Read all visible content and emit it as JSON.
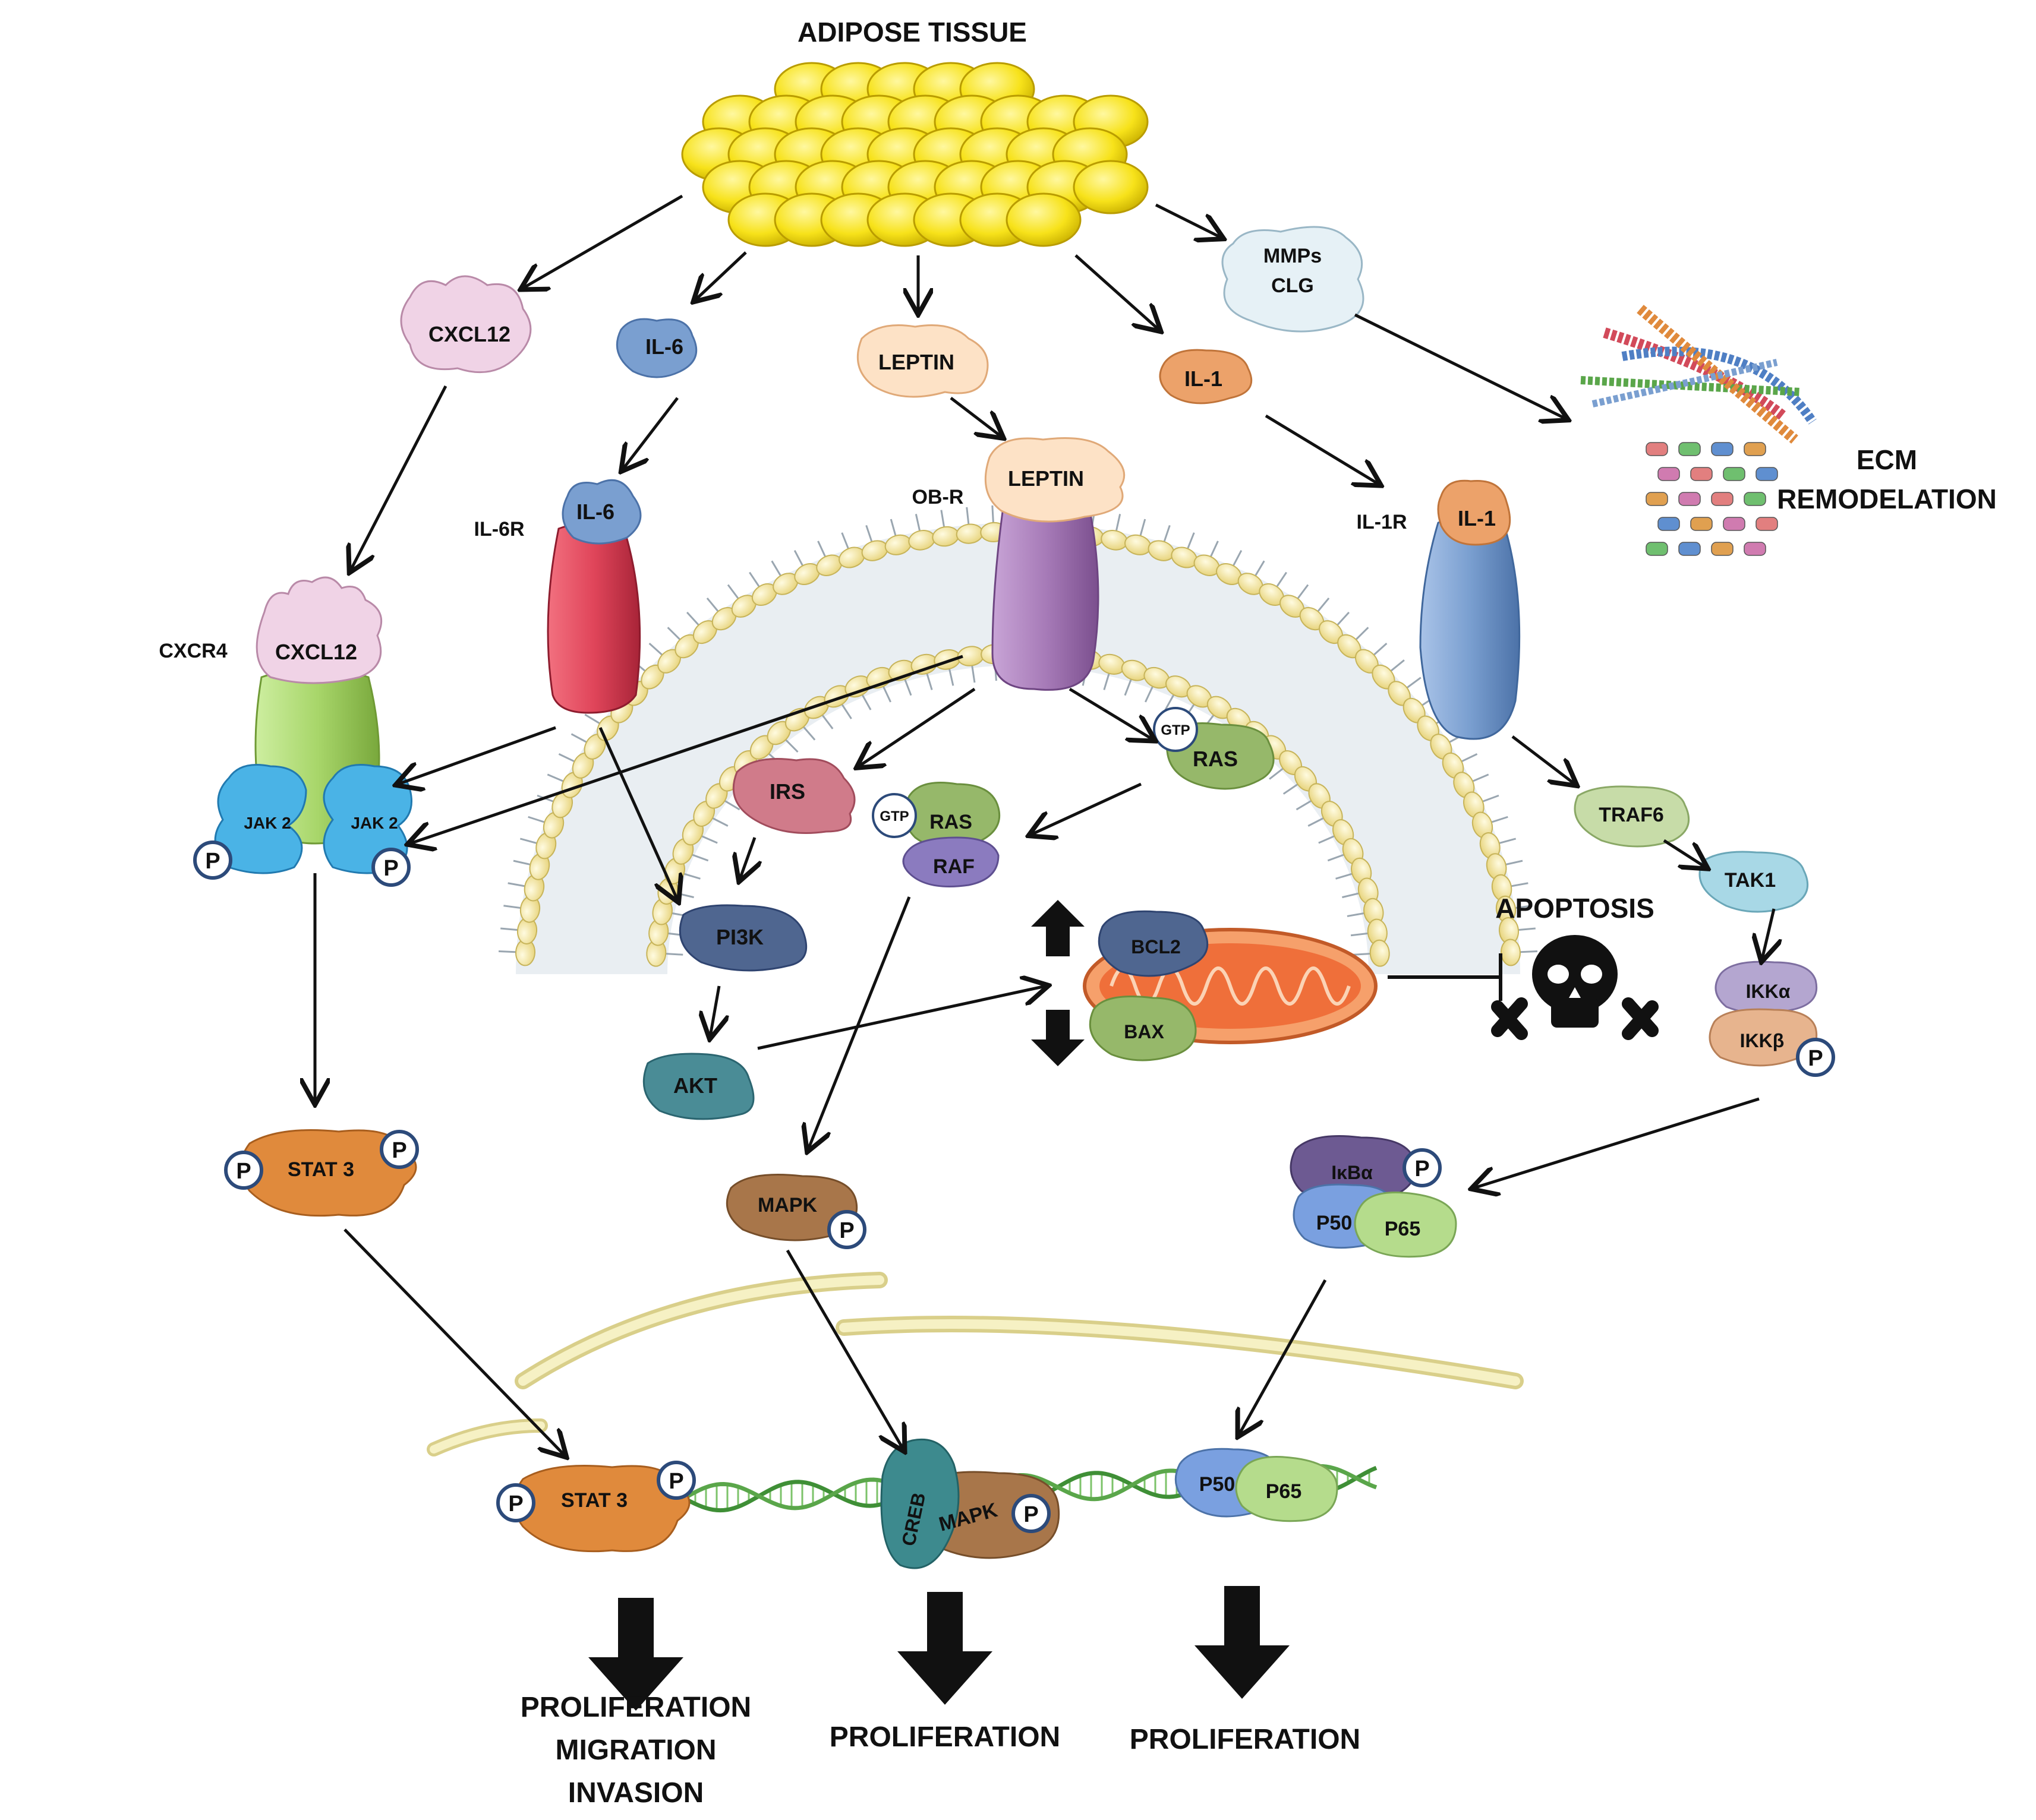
{
  "title": "ADIPOSE TISSUE",
  "secreted": {
    "cxcl12": "CXCL12",
    "il6": "IL-6",
    "leptin": "LEPTIN",
    "il1": "IL-1",
    "mmps": "MMPs",
    "clg": "CLG"
  },
  "ecm": {
    "line1": "ECM",
    "line2": "REMODELATION"
  },
  "receptors": {
    "il6r": "IL-6R",
    "il6r_ligand": "IL-6",
    "obr": "OB-R",
    "obr_ligand": "LEPTIN",
    "il1r": "IL-1R",
    "il1r_ligand": "IL-1",
    "cxcr4": "CXCR4",
    "cxcr4_ligand": "CXCL12"
  },
  "cytoplasm": {
    "jak2": "JAK 2",
    "phospho": "P",
    "gtp": "GTP",
    "ras": "RAS",
    "raf": "RAF",
    "irs": "IRS",
    "pi3k": "PI3K",
    "akt": "AKT",
    "bcl2": "BCL2",
    "bax": "BAX",
    "apoptosis": "APOPTOSIS",
    "traf6": "TRAF6",
    "tak1": "TAK1",
    "ikka": "IKKα",
    "ikkb": "IKKβ",
    "ikba": "IκBα",
    "p50": "P50",
    "p65": "P65",
    "stat3": "STAT 3",
    "mapk": "MAPK"
  },
  "nucleus": {
    "stat3": "STAT 3",
    "creb": "CREB",
    "mapk": "MAPK",
    "p50": "P50",
    "p65": "P65"
  },
  "outcomes": {
    "left_1": "PROLIFERATION",
    "left_2": "MIGRATION",
    "left_3": "INVASION",
    "middle": "PROLIFERATION",
    "right": "PROLIFERATION"
  },
  "colors": {
    "adipose": "#f7e21a",
    "membrane_bead": "#f5e9a6",
    "il6r": "#e0455a",
    "obr": "#a77bb8",
    "il1r": "#7a9fd0",
    "cxcr4": "#a8d66a",
    "jak2": "#4ab3e6",
    "stat3": "#e08a3c",
    "mapk": "#a8764a",
    "pi3k": "#4f6690",
    "akt": "#4a8c96",
    "p50": "#7aa0e0",
    "p65": "#b5dc8c",
    "mito": "#ef6f3a",
    "dna": "#5aa64a"
  }
}
